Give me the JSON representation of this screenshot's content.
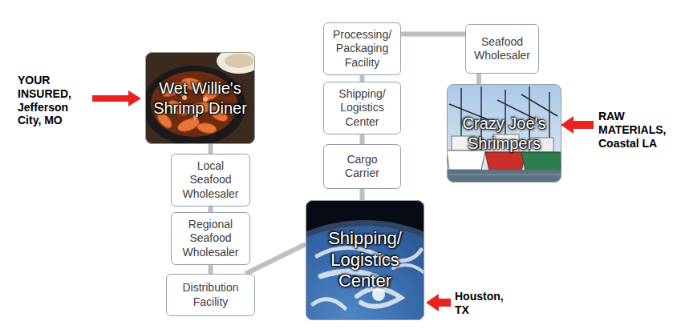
{
  "diagram": {
    "nodes": [
      {
        "text": [
          "Wet Willie's Shrimp Diner"
        ]
      },
      {
        "text": [
          "Local Seafood Wholesaler"
        ]
      },
      {
        "text": [
          "Regional Seafood Wholesaler"
        ]
      },
      {
        "text": [
          "Distribution Facility"
        ]
      },
      {
        "text": [
          "Shipping/ Logistics Center"
        ]
      },
      {
        "text": [
          "Cargo Carrier"
        ]
      },
      {
        "text": [
          "Shipping/ Logistics Center"
        ]
      },
      {
        "text": [
          "Processing/ Packaging Facility"
        ]
      },
      {
        "text": [
          "Seafood Wholesaler"
        ]
      },
      {
        "text": [
          "Crazy Joe's Shrimpers"
        ]
      }
    ],
    "edges": [
      {
        "from": 0,
        "to": 1,
        "arrow": "none"
      },
      {
        "from": 1,
        "to": 2,
        "arrow": "none"
      },
      {
        "from": 2,
        "to": 3,
        "arrow": "none"
      },
      {
        "from": 3,
        "to": 4,
        "arrow": "none"
      },
      {
        "from": 4,
        "to": 5,
        "arrow": "none"
      },
      {
        "from": 5,
        "to": 6,
        "arrow": "none"
      },
      {
        "from": 6,
        "to": 7,
        "arrow": "none"
      },
      {
        "from": 7,
        "to": 8,
        "arrow": "none"
      },
      {
        "from": 8,
        "to": 9,
        "arrow": "none"
      }
    ],
    "labels": [
      "YOUR INSURED, Jefferson City, MO",
      "RAW MATERIALS, Coastal LA",
      "Houston, TX"
    ]
  }
}
